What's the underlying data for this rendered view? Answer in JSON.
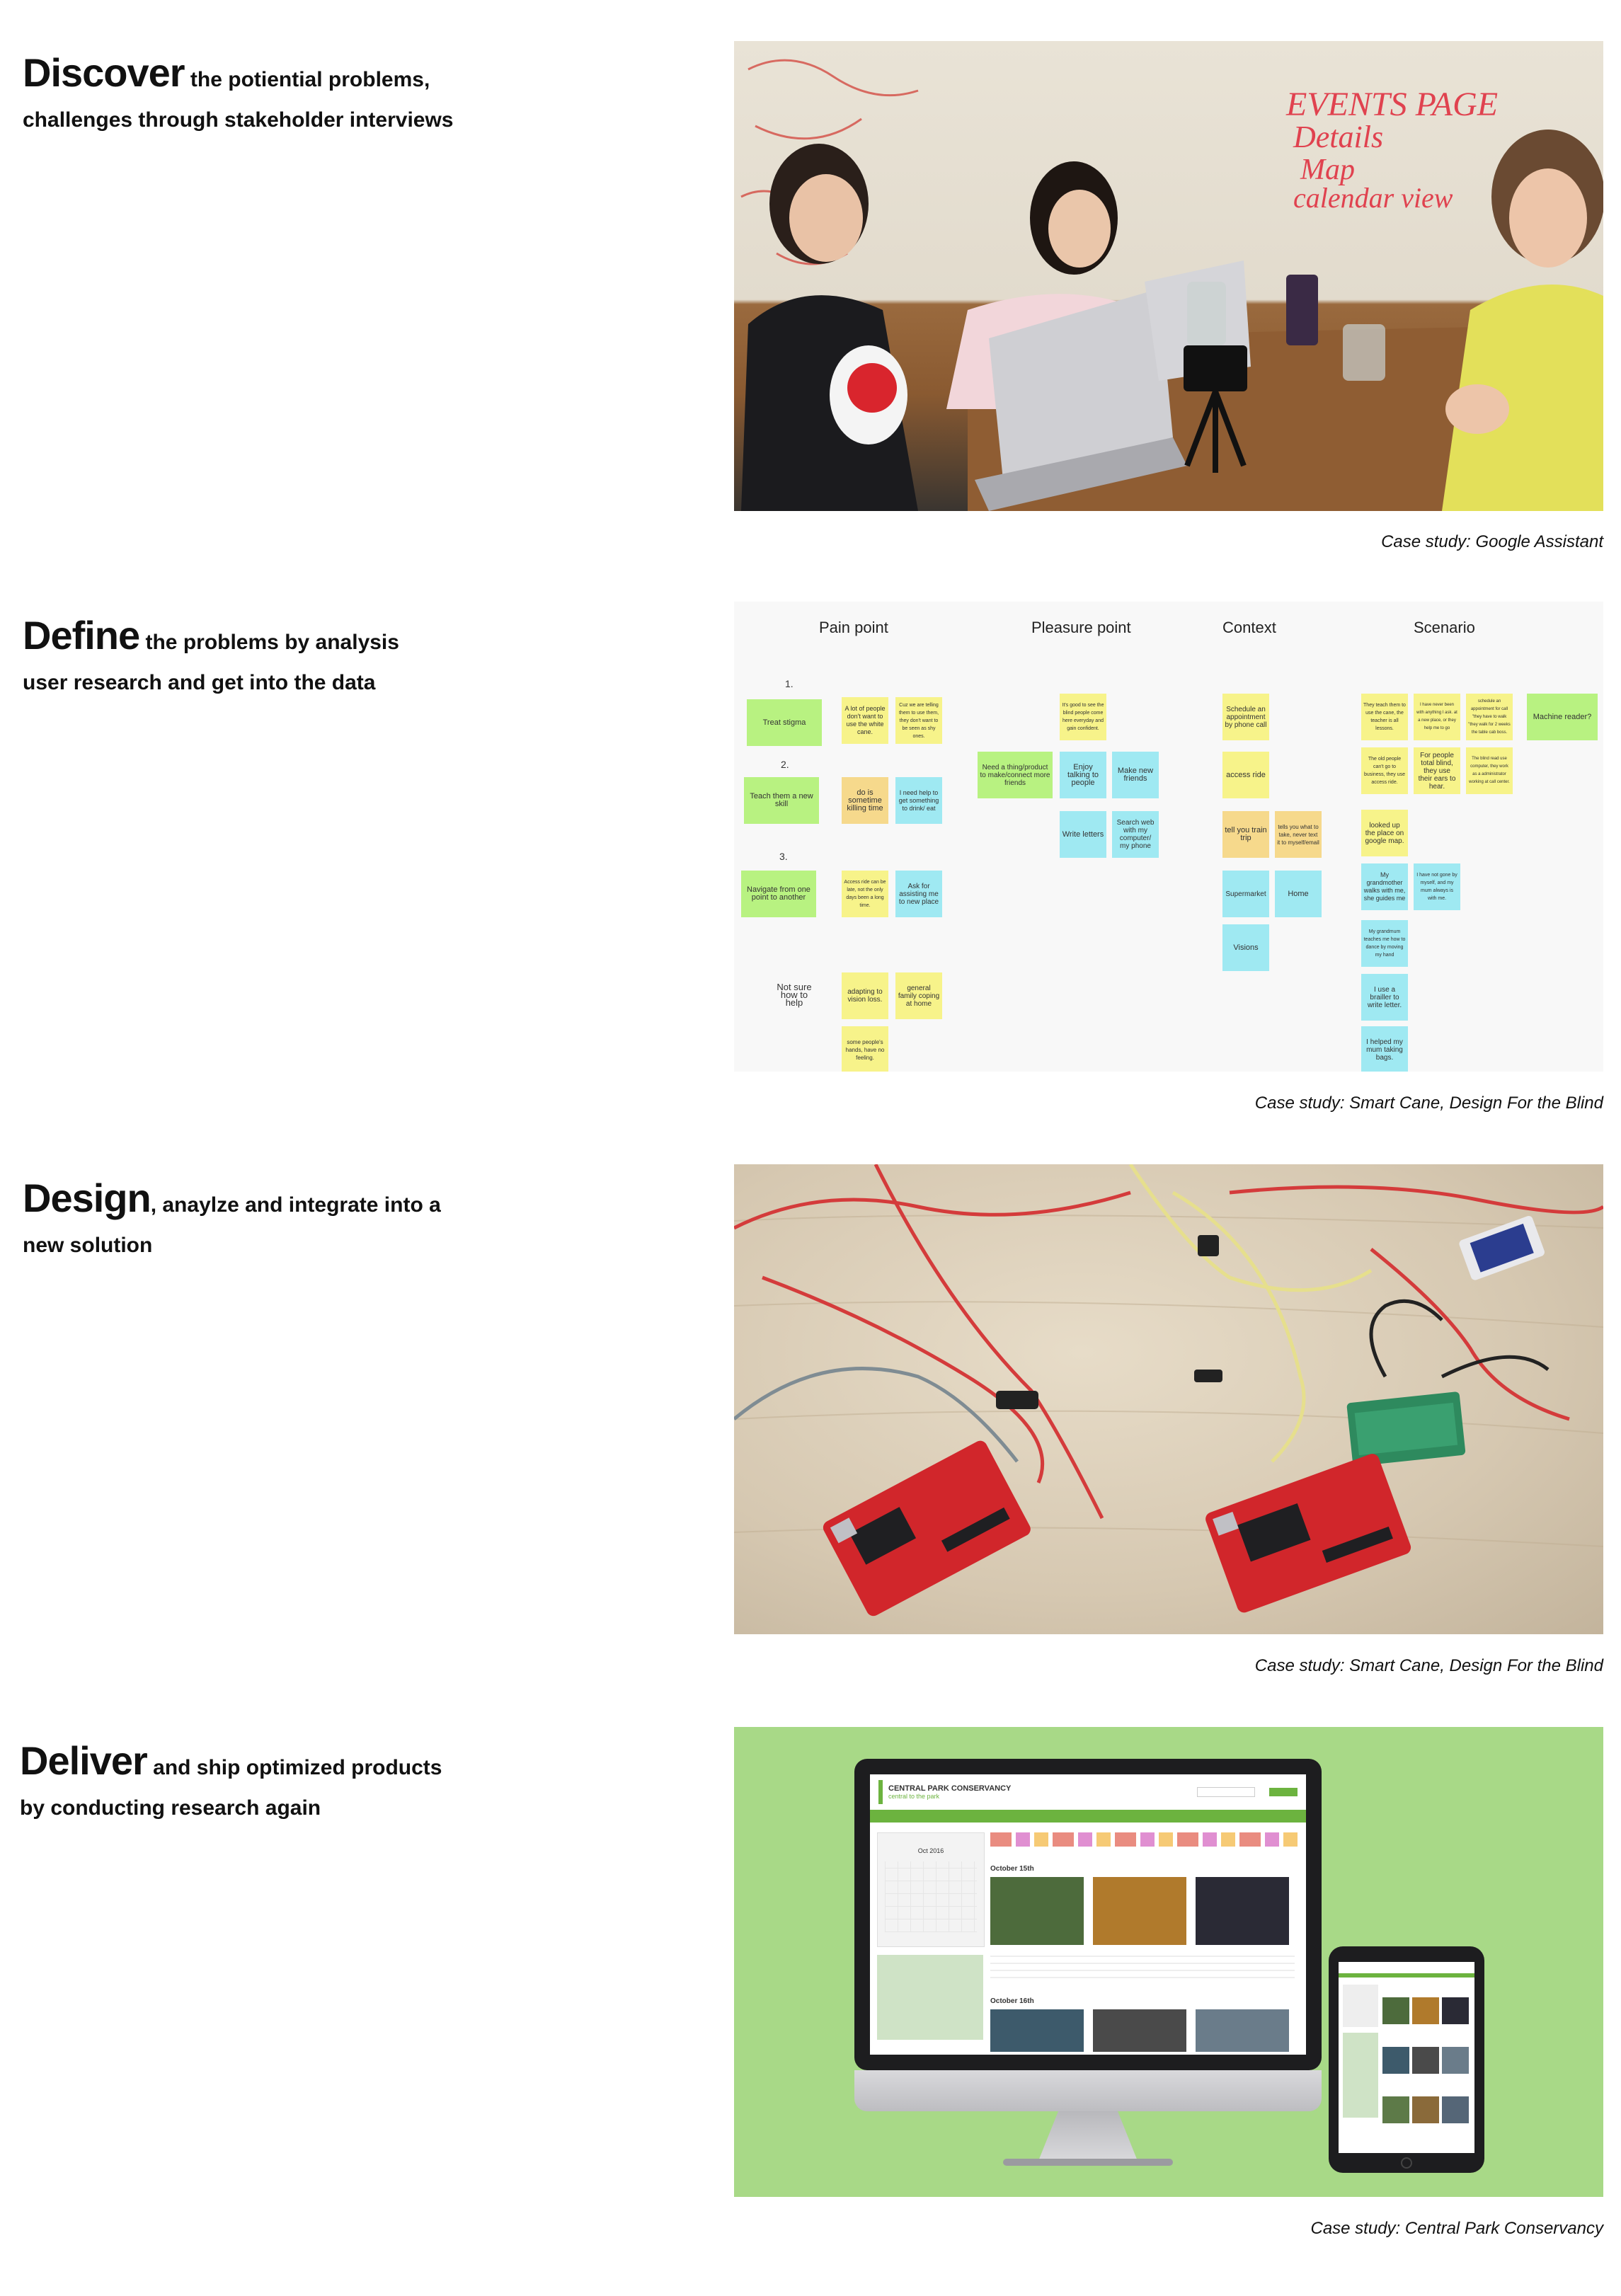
{
  "sections": [
    {
      "title": "Discover",
      "line1": " the potiential problems,",
      "line2": "challenges through stakeholder interviews",
      "caption": "Case study: Google Assistant"
    },
    {
      "title": "Define",
      "line1": " the problems by analysis",
      "line2": "user research and get into the data",
      "caption": "Case study: Smart Cane, Design For the Blind"
    },
    {
      "title": "Design",
      "line1": ", anaylze and integrate into a",
      "line2": "new solution",
      "caption": "Case study: Smart Cane, Design For the Blind"
    },
    {
      "title": "Deliver",
      "line1": " and ship optimized products",
      "line2": "by conducting research again",
      "caption": "Case study: Central Park Conservancy"
    }
  ],
  "whiteboard": {
    "line1": "EVENTS PAGE",
    "line2": "Details",
    "line3": "Map",
    "line4": "calendar view"
  },
  "board": {
    "columns": [
      "Pain point",
      "Pleasure point",
      "Context",
      "Scenario"
    ],
    "numbers": [
      "1.",
      "2.",
      "3."
    ],
    "notes": {
      "treat_stigma": "Treat stigma",
      "teach": "Teach them a new skill",
      "navigate": "Navigate from one point to another",
      "not_sure": "Not sure how to help",
      "lot_people": "A lot of people don't want to use the white cane.",
      "cane_talk": "Cuz we are telling them to use them, they don't want to be seen as shy ones.",
      "sometime": "do is sometime killing time",
      "need_help": "I need help to get something to drink/ eat",
      "access_ride": "Access ride can be late, not the only days been a long time.",
      "ask_for": "Ask for assisting me to new place",
      "adapting": "adapting to vision loss.",
      "general": "general family coping at home",
      "some_people": "some people's hands, have no feeling.",
      "good_see": "It's good to see the blind people come here everyday and gain confident.",
      "need_thing": "Need a thing/product to make/connect more friends",
      "enjoy": "Enjoy talking to people",
      "make_friends": "Make new friends",
      "write": "Write letters",
      "search": "Search web with my computer/ my phone",
      "schedule": "Schedule an appointment by phone call",
      "access": "access ride",
      "tell": "tell you train trip",
      "tells": "tells you what to take, never text it to myself/email",
      "supermarket": "Supermarket",
      "home": "Home",
      "visions": "Visions",
      "teach_use": "They teach them to use the cane, the teacher is all lessons.",
      "never": "I have never been with anything I ask. at a new place, or they help me to go",
      "schedule2": "schedule an appointment for call \"they have to walk \"they walk for 2 weeks the table cab boss.",
      "machine": "Machine reader?",
      "old_people": "The old people can't go to business, they use access ride.",
      "total_blind": "For people total blind, they use their ears to hear.",
      "blind_read": "The blind read use computer, they work as a administrator working at call center.",
      "looked": "looked up the place on google map.",
      "grandmother": "My grandmother walks with me, she guides me",
      "myself": "I have not gone by myself, and my mum always is with me.",
      "grandmum": "My grandmum teaches me how to dance by moving my hand",
      "brailler": "I use a brailler to write letter.",
      "mum": "I helped my mum taking bags."
    }
  },
  "mockup": {
    "brand": "CENTRAL PARK CONSERVANCY",
    "tagline": "central to the park",
    "date1": "October 15th",
    "date2": "October 16th",
    "month": "Oct 2016",
    "colors": {
      "bg": "#a8d987",
      "brand": "#6cb33f",
      "bezel": "#1d1d1f"
    }
  },
  "colors": {
    "sticky_yellow": "#f7f38a",
    "sticky_green": "#b8f281",
    "sticky_blue": "#9fe9f2",
    "sticky_orange": "#f6d98c"
  }
}
